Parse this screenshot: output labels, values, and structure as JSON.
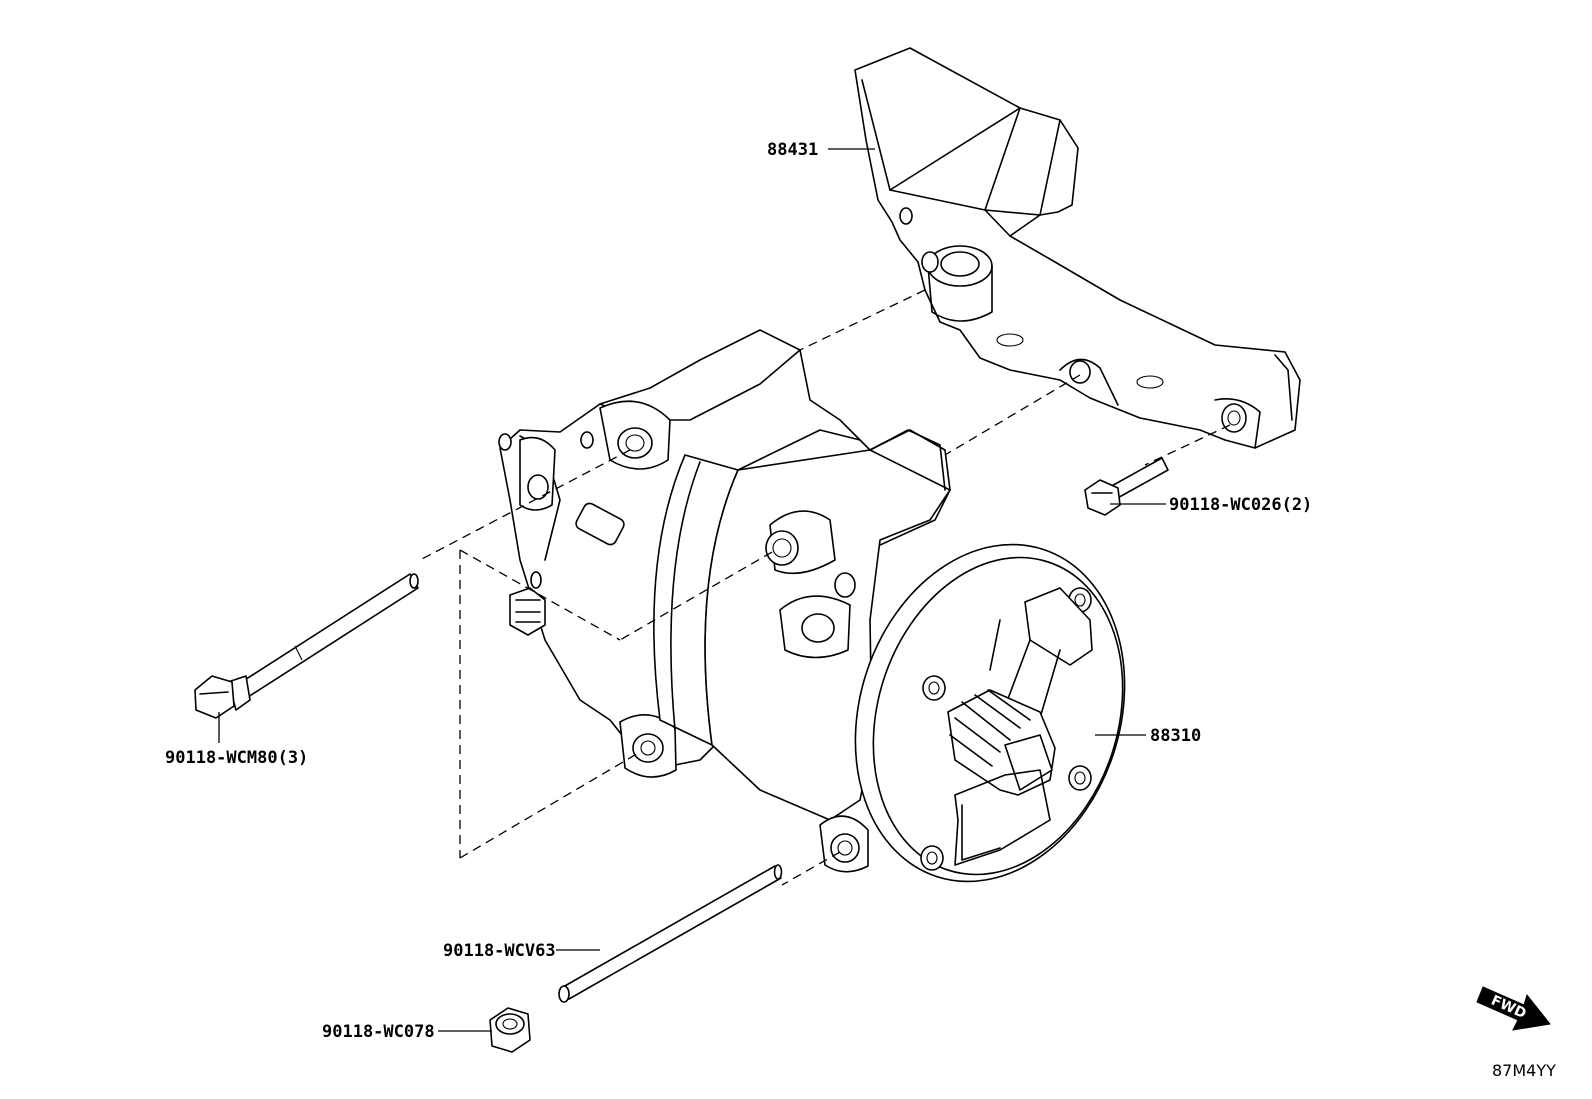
{
  "labels": {
    "bracket": "88431",
    "bolt_bracket": "90118-WC026(2)",
    "bolt_long": "90118-WCM80(3)",
    "compressor": "88310",
    "stud": "90118-WCV63",
    "nut": "90118-WC078"
  },
  "fwd_arrow": "FWD",
  "figure_ref": "87M4YY"
}
